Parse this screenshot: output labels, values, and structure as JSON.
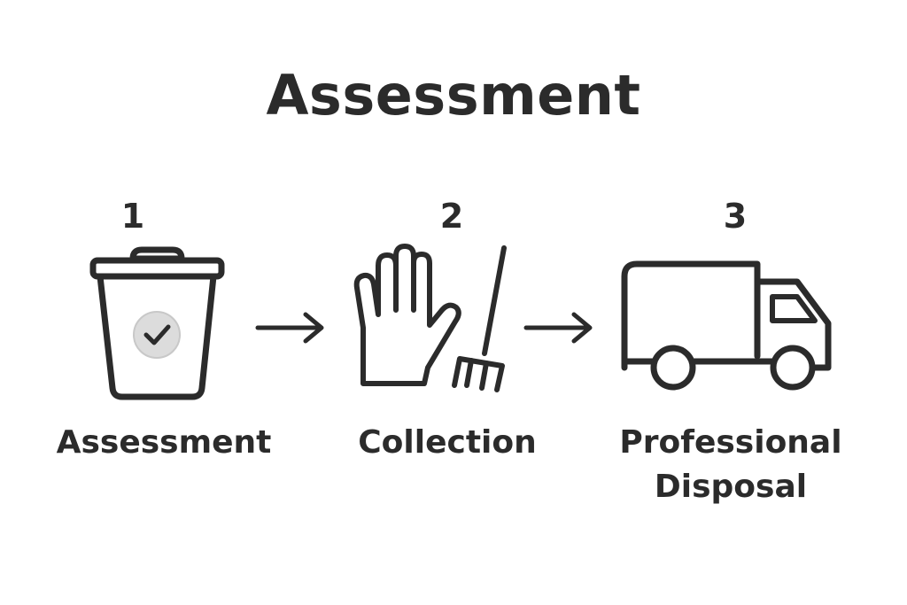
{
  "title": "Assessment",
  "steps": [
    {
      "number": "1",
      "label": "Assessment",
      "icon": "trash-bin-check-icon"
    },
    {
      "number": "2",
      "label": "Collection",
      "icon": "glove-pitchfork-icon"
    },
    {
      "number": "3",
      "label": "Professional\nDisposal",
      "icon": "truck-icon"
    }
  ],
  "arrows": [
    "arrow-right-icon",
    "arrow-right-icon"
  ],
  "colors": {
    "ink": "#2b2b2b",
    "check_badge": "#dcdcdc",
    "background": "#ffffff"
  }
}
